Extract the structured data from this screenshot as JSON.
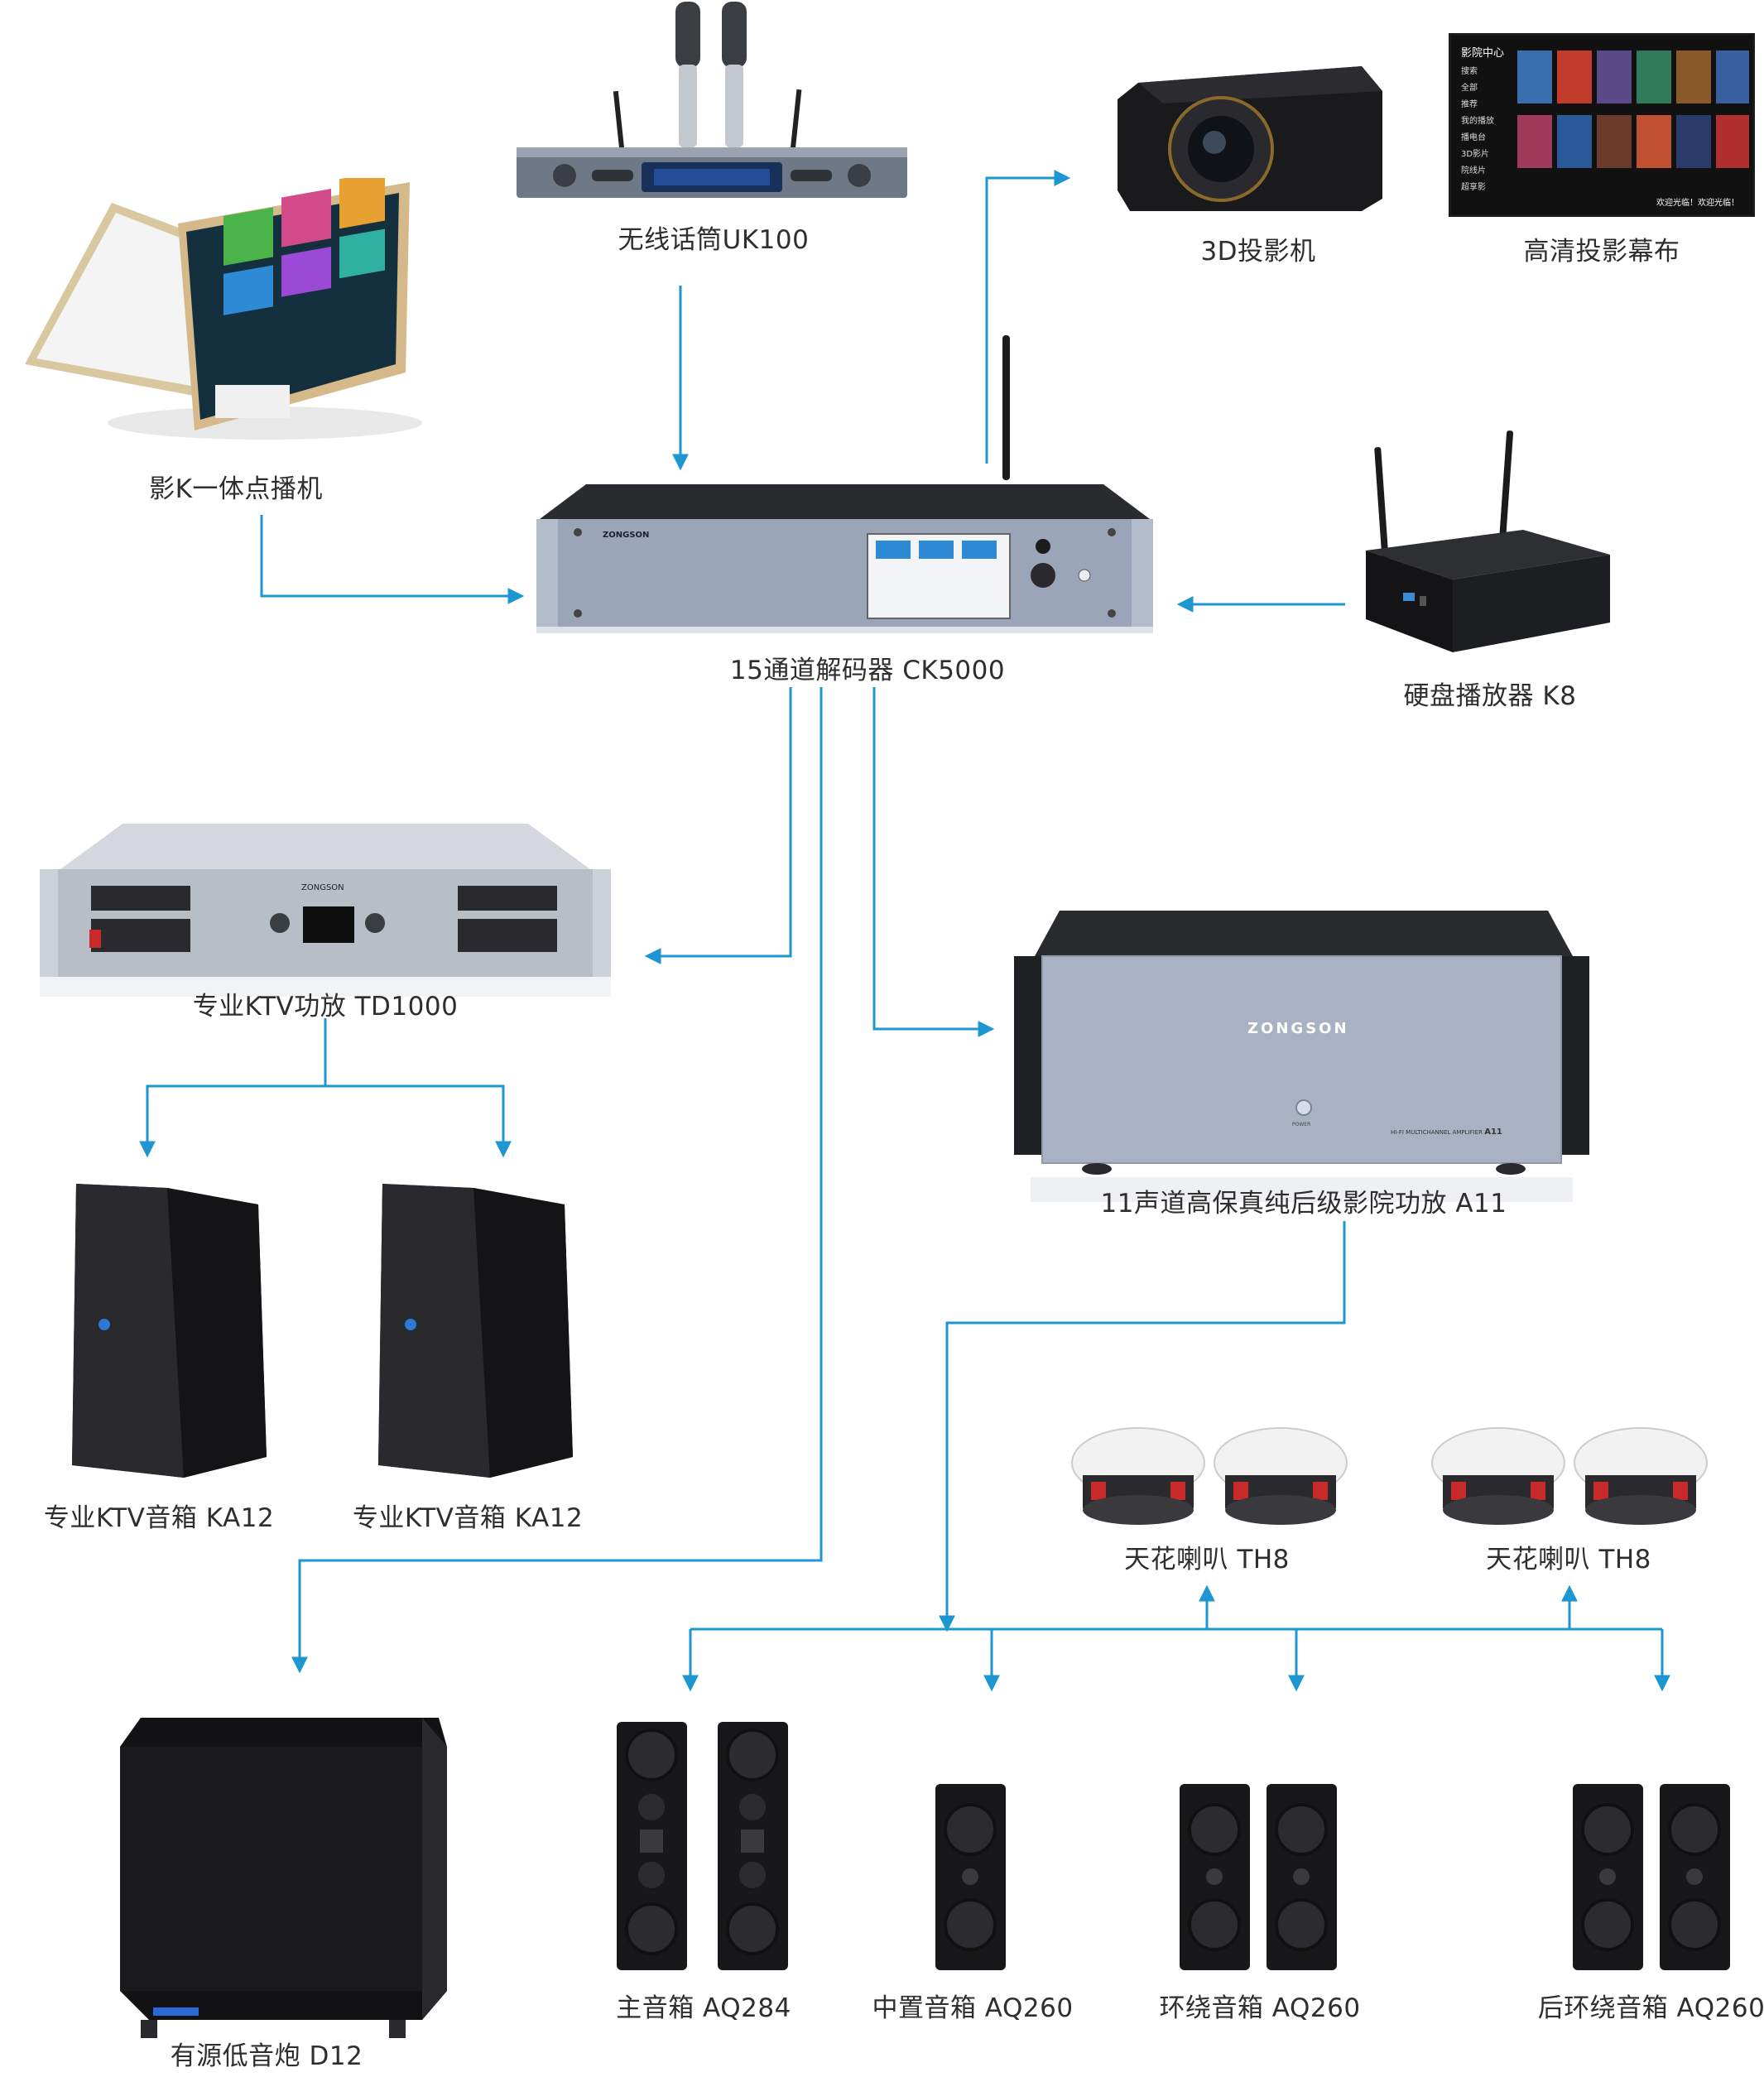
{
  "colors": {
    "line": "#1e96d2",
    "label": "#2e2e2e",
    "metal": "#9aa6b8",
    "black": "#1c1c1e"
  },
  "screen_menu": {
    "title": "影院中心",
    "items": [
      "搜索",
      "全部",
      "推荐",
      "我的播放",
      "播电台",
      "3D影片",
      "院线片",
      "超享影"
    ],
    "footer": "欢迎光临！欢迎光临！"
  },
  "brand": {
    "zongson": "ZONGSON",
    "amp_caption": "HI-FI MULTICHANNEL AMPLIFIER",
    "amp_model": "A11",
    "power": "POWER"
  },
  "devices": {
    "mic": "无线话筒UK100",
    "projector": "3D投影机",
    "screen": "高清投影幕布",
    "kiosk": "影K一体点播机",
    "decoder": "15通道解码器 CK5000",
    "hdd": "硬盘播放器 K8",
    "ktv_amp": "专业KTV功放 TD1000",
    "cinema_amp": "11声道高保真纯后级影院功放  A11",
    "ktv_speaker_1": "专业KTV音箱 KA12",
    "ktv_speaker_2": "专业KTV音箱 KA12",
    "ceiling_1": "天花喇叭 TH8",
    "ceiling_2": "天花喇叭 TH8",
    "subwoofer": "有源低音炮 D12",
    "main": "主音箱 AQ284",
    "center": "中置音箱 AQ260",
    "surround": "环绕音箱 AQ260",
    "rear_surround": "后环绕音箱 AQ260"
  }
}
